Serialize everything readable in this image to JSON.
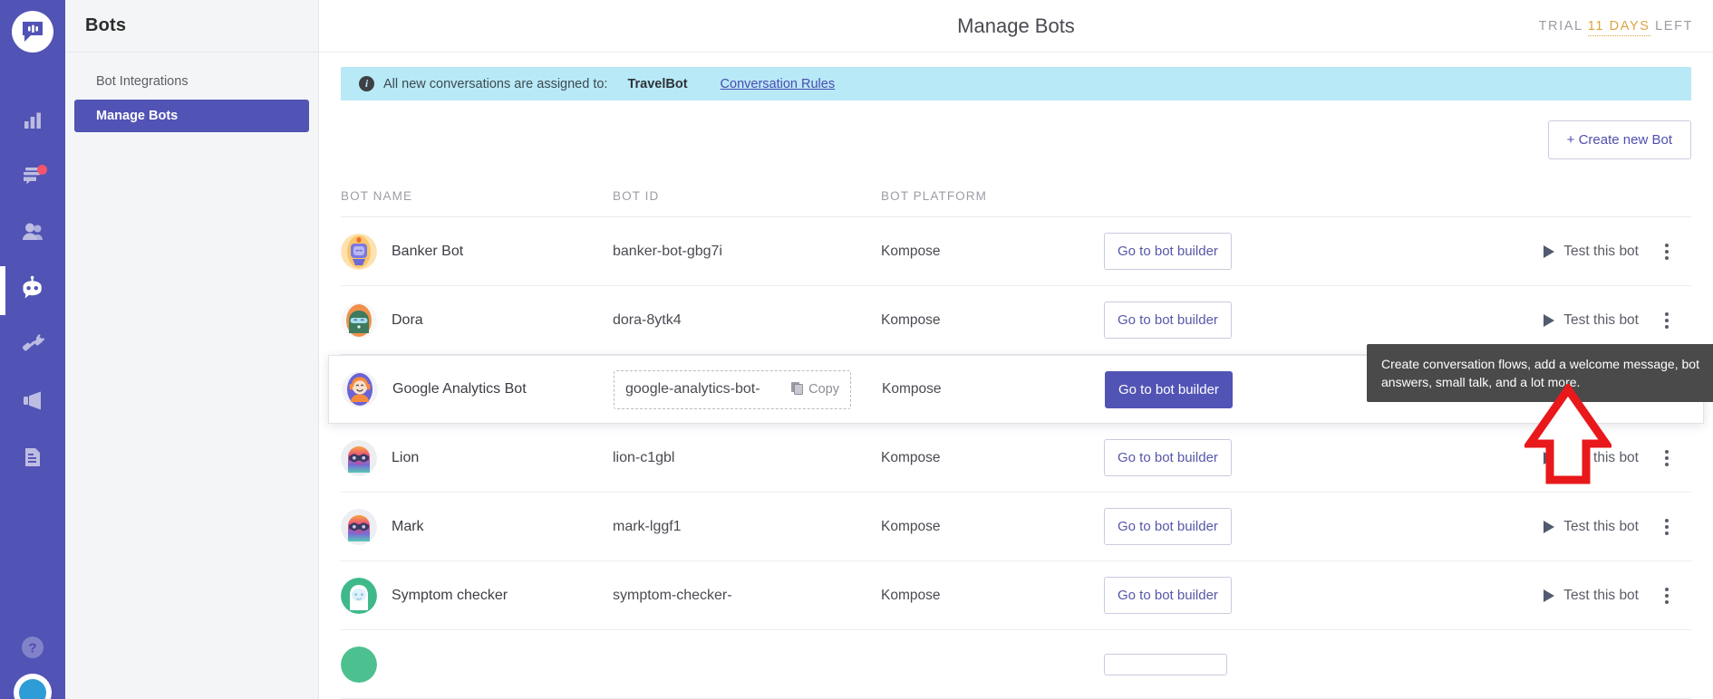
{
  "rail": {
    "logo_icon": "kommunicate-chat-logo",
    "items": [
      {
        "icon": "analytics-bar-chart-icon",
        "name": "nav-analytics",
        "badge": false,
        "active": false
      },
      {
        "icon": "conversations-chat-icon",
        "name": "nav-conversations",
        "badge": true,
        "active": false
      },
      {
        "icon": "users-contacts-icon",
        "name": "nav-users",
        "badge": false,
        "active": false
      },
      {
        "icon": "bot-icon",
        "name": "nav-bots",
        "badge": false,
        "active": true
      },
      {
        "icon": "integrations-plug-icon",
        "name": "nav-integrations",
        "badge": false,
        "active": false
      },
      {
        "icon": "campaigns-megaphone-icon",
        "name": "nav-campaigns",
        "badge": false,
        "active": false
      },
      {
        "icon": "reports-document-icon",
        "name": "nav-reports",
        "badge": false,
        "active": false
      }
    ],
    "help_icon": "question-mark-help-icon",
    "profile_icon": "user-avatar"
  },
  "sidebar": {
    "title": "Bots",
    "items": [
      {
        "label": "Bot Integrations",
        "active": false
      },
      {
        "label": "Manage Bots",
        "active": true
      }
    ]
  },
  "topbar": {
    "title": "Manage Bots",
    "trial_prefix": "TRIAL",
    "trial_days": "11 DAYS",
    "trial_suffix": "LEFT"
  },
  "infobar": {
    "icon": "info-circle-icon",
    "text": "All new conversations are assigned to:",
    "assigned_bot": "TravelBot",
    "link_label": "Conversation Rules"
  },
  "actions": {
    "create_bot_label": "+ Create new Bot"
  },
  "table": {
    "headers": {
      "name": "BOT NAME",
      "id": "BOT ID",
      "platform": "BOT PLATFORM"
    },
    "row_action_label": "Go to bot builder",
    "test_label": "Test this bot",
    "copy_label": "Copy",
    "rows": [
      {
        "name": "Banker Bot",
        "id": "banker-bot-gbg7i",
        "platform": "Kompose",
        "avatar": "banker-bot-avatar",
        "highlighted": false
      },
      {
        "name": "Dora",
        "id": "dora-8ytk4",
        "platform": "Kompose",
        "avatar": "dora-avatar",
        "highlighted": false
      },
      {
        "name": "Google Analytics Bot",
        "id": "google-analytics-bot-",
        "platform": "Kompose",
        "avatar": "google-analytics-bot-avatar",
        "highlighted": true
      },
      {
        "name": "Lion",
        "id": "lion-c1gbl",
        "platform": "Kompose",
        "avatar": "lion-avatar",
        "highlighted": false
      },
      {
        "name": "Mark",
        "id": "mark-lggf1",
        "platform": "Kompose",
        "avatar": "mark-avatar",
        "highlighted": false
      },
      {
        "name": "Symptom checker",
        "id": "symptom-checker-",
        "platform": "Kompose",
        "avatar": "symptom-checker-avatar",
        "highlighted": false
      }
    ]
  },
  "tooltip": {
    "text": "Create conversation flows, add a welcome message, bot answers, small talk, and a lot more."
  },
  "annotation": {
    "arrow_color": "#e8181b",
    "arrow_direction": "up"
  },
  "colors": {
    "brand_purple": "#5153b5",
    "info_bar_blue": "#b8e9f7",
    "trial_amber": "#d9a441",
    "badge_red": "#f4556b"
  }
}
